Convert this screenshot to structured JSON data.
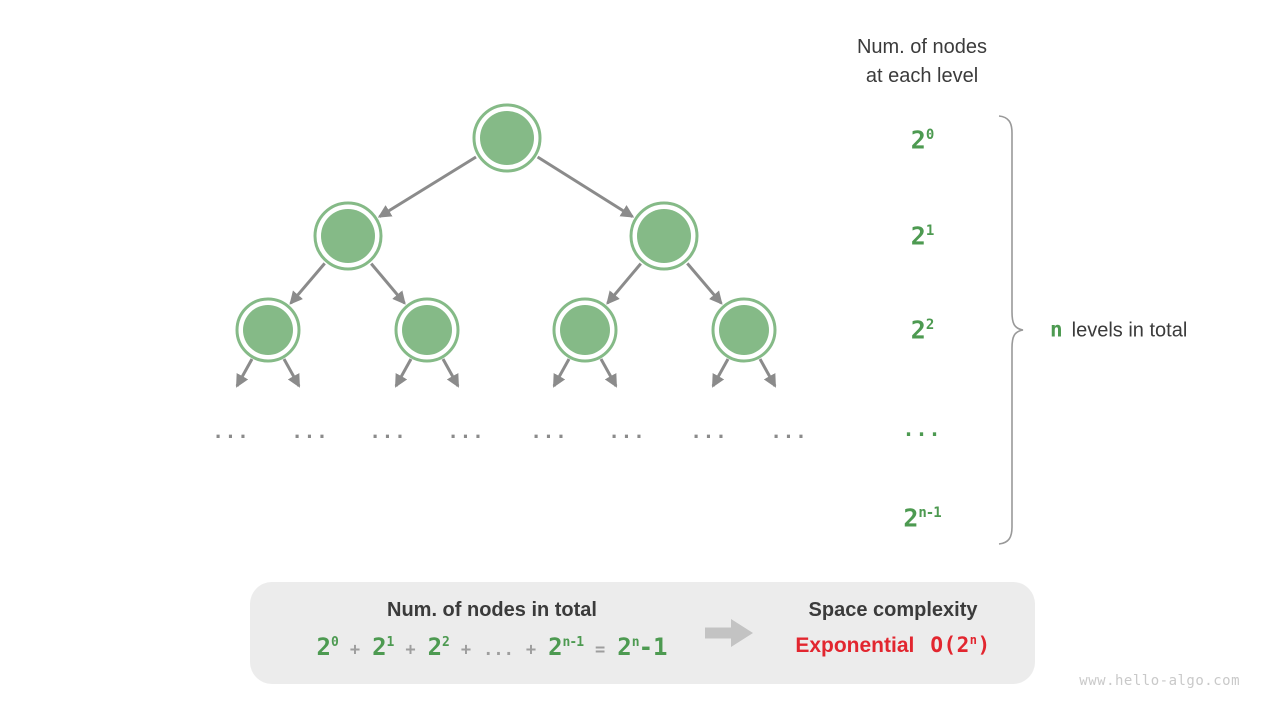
{
  "title_panel": {
    "line1": "Num. of nodes",
    "line2": "at each level"
  },
  "levels": {
    "items": [
      {
        "base": "2",
        "sup": "0"
      },
      {
        "base": "2",
        "sup": "1"
      },
      {
        "base": "2",
        "sup": "2"
      },
      {
        "base": "...",
        "sup": ""
      },
      {
        "base": "2",
        "sup": "n-1"
      }
    ]
  },
  "brace_label": {
    "n": "n",
    "rest": "levels in total"
  },
  "tree": {
    "ellipsis": "..."
  },
  "summary": {
    "nodes_title": "Num. of nodes in total",
    "formula": [
      {
        "t": "2",
        "sup": "0"
      },
      {
        "t": "+"
      },
      {
        "t": "2",
        "sup": "1"
      },
      {
        "t": "+"
      },
      {
        "t": "2",
        "sup": "2"
      },
      {
        "t": "+"
      },
      {
        "t": "..."
      },
      {
        "t": "+"
      },
      {
        "t": "2",
        "sup": "n-1"
      },
      {
        "t": "="
      },
      {
        "t": "2",
        "sup": "n",
        "after": "-1"
      }
    ],
    "space_title": "Space complexity",
    "complexity": {
      "word": "Exponential",
      "o_part": "O(2",
      "sup": "n",
      "close": ")"
    }
  },
  "watermark": "www.hello-algo.com",
  "colors": {
    "node_green": "#85ba87",
    "green_text": "#4d9a51",
    "edge_gray": "#8b8b8b",
    "dark_text": "#3b3b3b",
    "operator_gray": "#9e9e9e",
    "red": "#e2262f",
    "box_bg": "#ececec",
    "block_arrow_gray": "#c3c3c3",
    "brace_gray": "#999999",
    "watermark_gray": "#c9c9c9"
  }
}
